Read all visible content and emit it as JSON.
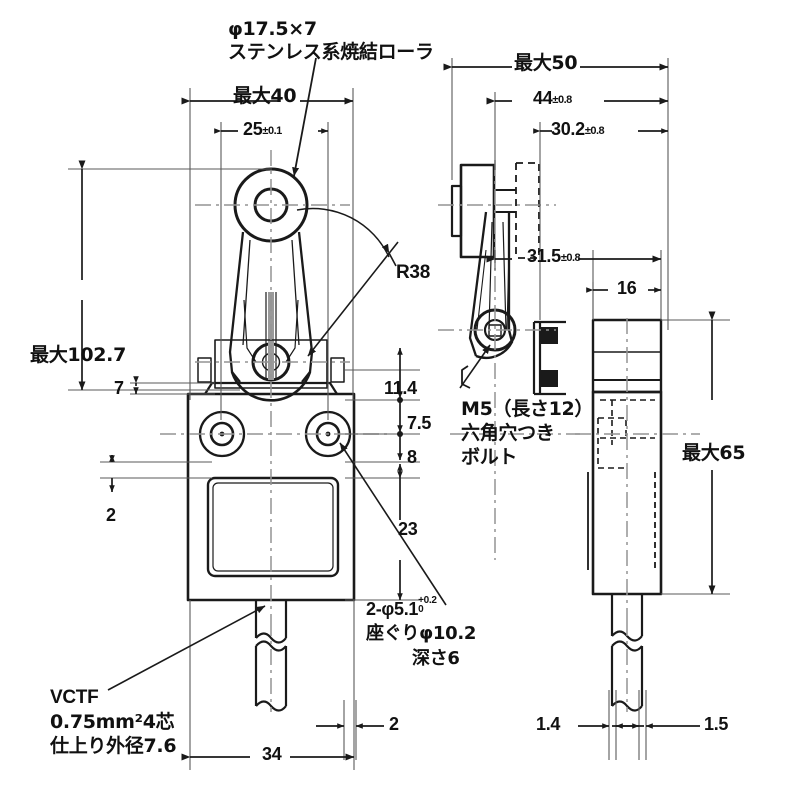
{
  "drawing": {
    "title": "Limit switch roller lever dimensional drawing",
    "units": "mm",
    "line_color": "#1a1a1a",
    "center_line_color": "#8c8c8c",
    "background": "#ffffff"
  },
  "annotations": {
    "roller_dia": "φ17.5×7",
    "roller_material": "ステンレス系焼結ローラ",
    "radius": "R38",
    "bolt_line1": "M5（長さ12）",
    "bolt_line2": "六角穴つき",
    "bolt_line3": "ボルト",
    "hole_line1_pre": "2-φ5.1",
    "hole_line1_tol_top": "+0.2",
    "hole_line1_tol_bot": "0",
    "hole_line2": "座ぐりφ10.2",
    "hole_line3": "深さ6",
    "cable_line1": "VCTF",
    "cable_line2": "0.75mm²4芯",
    "cable_line3": "仕上り外径7.6"
  },
  "dimensions": {
    "max40": "最大40",
    "d25": "25",
    "d25_tol": "±0.1",
    "max50": "最大50",
    "d44": "44",
    "d44_tol": "±0.8",
    "d302": "30.2",
    "d302_tol": "±0.8",
    "d315": "31.5",
    "d315_tol": "±0.8",
    "d16": "16",
    "max1027": "最大102.7",
    "d7": "7",
    "d2_left": "2",
    "d114": "11.4",
    "d75": "7.5",
    "d8": "8",
    "d23": "23",
    "max65": "最大65",
    "d34": "34",
    "d2_bottom": "2",
    "d14": "1.4",
    "d15": "1.5"
  }
}
